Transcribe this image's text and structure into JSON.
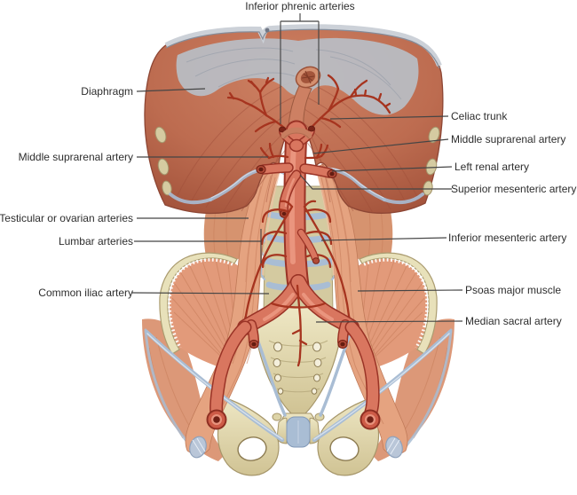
{
  "labels": {
    "top": {
      "text": "Inferior phrenic arteries"
    },
    "left": [
      {
        "text": "Diaphragm"
      },
      {
        "text": "Middle suprarenal artery"
      },
      {
        "text": "Testicular or ovarian arteries"
      },
      {
        "text": "Lumbar arteries"
      },
      {
        "text": "Common iliac artery"
      }
    ],
    "right": [
      {
        "text": "Celiac trunk"
      },
      {
        "text": "Middle suprarenal artery"
      },
      {
        "text": "Left renal artery"
      },
      {
        "text": "Superior mesenteric artery"
      },
      {
        "text": "Inferior mesenteric artery"
      },
      {
        "text": "Psoas major muscle"
      },
      {
        "text": "Median sacral artery"
      }
    ]
  },
  "colors": {
    "background": "#ffffff",
    "label_text": "#2d2d2d",
    "leader_line": "#454545",
    "artery": "#d9765f",
    "artery_outline": "#9a3326",
    "diaphragm_muscle": "#bd6c50",
    "psoas_muscle": "#e5a380",
    "central_tendon_gray": "#b9bec6",
    "bone": "#e0d7ac",
    "ligament_blue": "#a9bdd4"
  }
}
